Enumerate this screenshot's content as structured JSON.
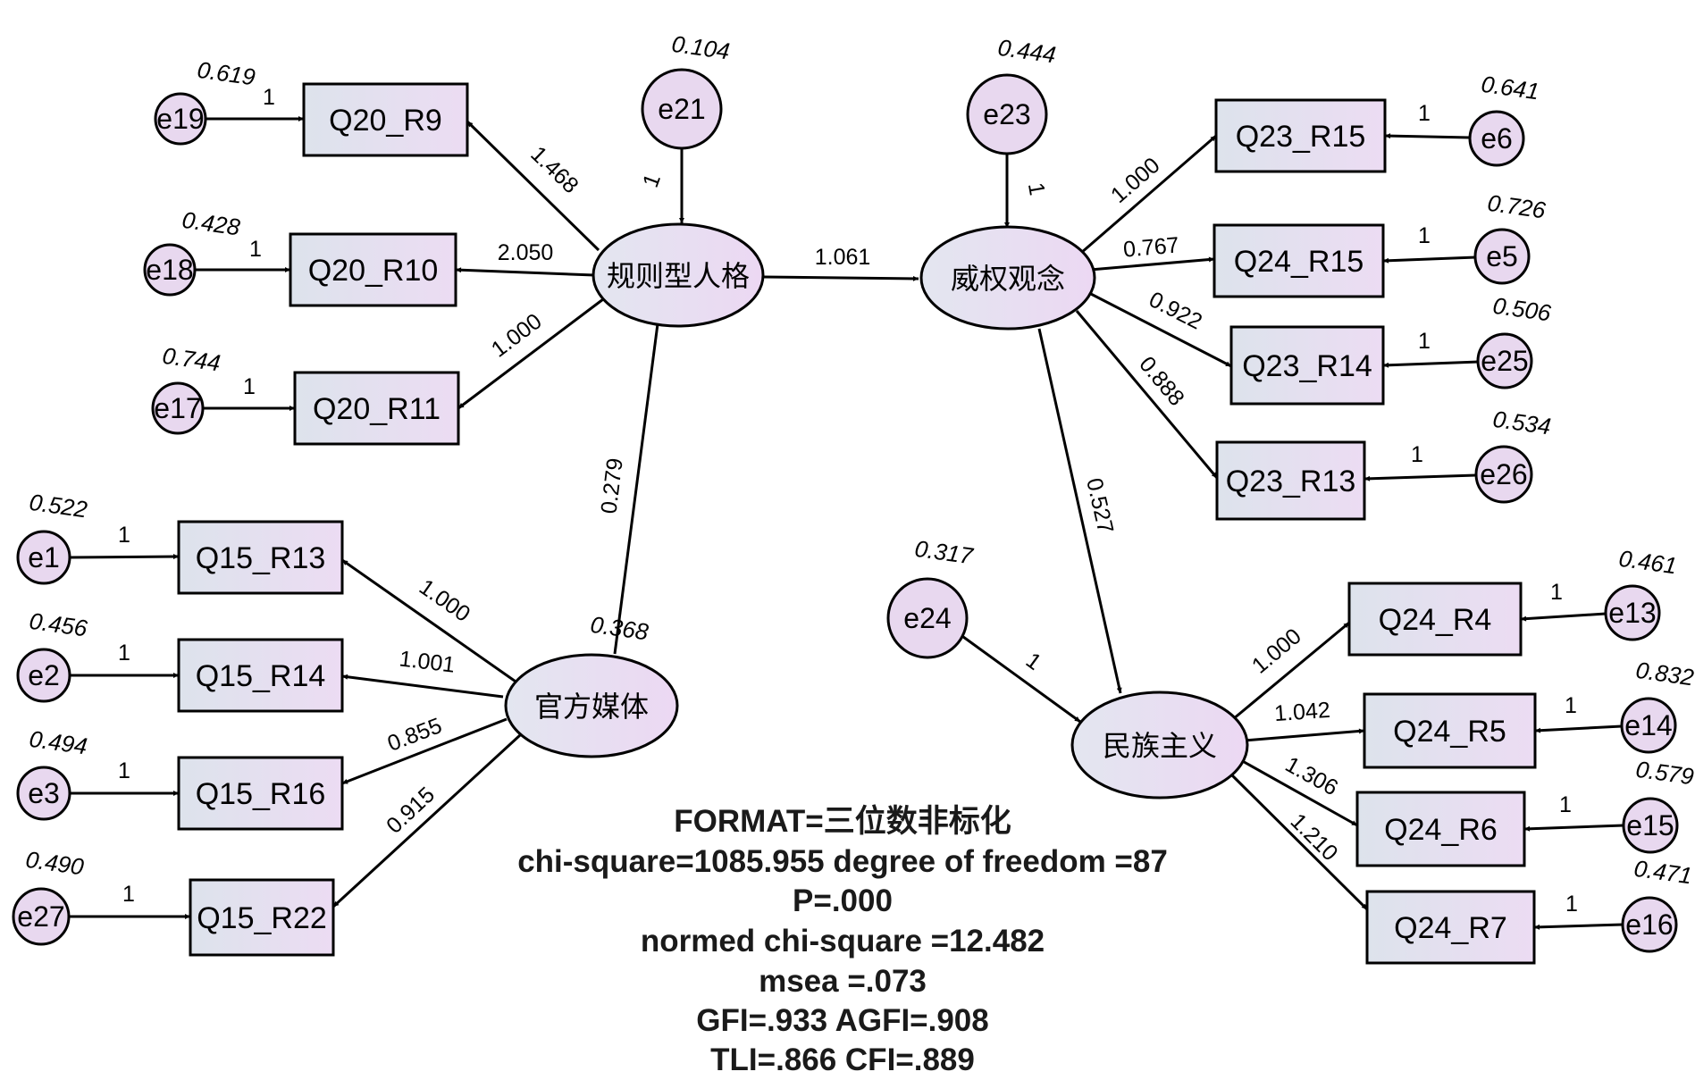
{
  "latents": {
    "rule": "规则型人格",
    "authority": "威权观念",
    "media": "官方媒体",
    "nation": "民族主义"
  },
  "indicators": {
    "q20_r9": "Q20_R9",
    "q20_r10": "Q20_R10",
    "q20_r11": "Q20_R11",
    "q23_r15": "Q23_R15",
    "q24_r15": "Q24_R15",
    "q23_r14": "Q23_R14",
    "q23_r13": "Q23_R13",
    "q15_r13": "Q15_R13",
    "q15_r14": "Q15_R14",
    "q15_r16": "Q15_R16",
    "q15_r22": "Q15_R22",
    "q24_r4": "Q24_R4",
    "q24_r5": "Q24_R5",
    "q24_r6": "Q24_R6",
    "q24_r7": "Q24_R7"
  },
  "errors": {
    "e19": {
      "label": "e19",
      "variance": "0.619"
    },
    "e18": {
      "label": "e18",
      "variance": "0.428"
    },
    "e17": {
      "label": "e17",
      "variance": "0.744"
    },
    "e21": {
      "label": "e21",
      "variance": "0.104"
    },
    "e23": {
      "label": "e23",
      "variance": "0.444"
    },
    "e6": {
      "label": "e6",
      "variance": "0.641"
    },
    "e5": {
      "label": "e5",
      "variance": "0.726"
    },
    "e25": {
      "label": "e25",
      "variance": "0.506"
    },
    "e26": {
      "label": "e26",
      "variance": "0.534"
    },
    "e1": {
      "label": "e1",
      "variance": "0.522"
    },
    "e2": {
      "label": "e2",
      "variance": "0.456"
    },
    "e3": {
      "label": "e3",
      "variance": "0.494"
    },
    "e27": {
      "label": "e27",
      "variance": "0.490"
    },
    "e24": {
      "label": "e24",
      "variance": "0.317"
    },
    "e13": {
      "label": "e13",
      "variance": "0.461"
    },
    "e14": {
      "label": "e14",
      "variance": "0.832"
    },
    "e15": {
      "label": "e15",
      "variance": "0.579"
    },
    "e16": {
      "label": "e16",
      "variance": "0.471"
    }
  },
  "paths": {
    "rule_to_q20_r9": "1.468",
    "rule_to_q20_r10": "2.050",
    "rule_to_q20_r11": "1.000",
    "rule_to_authority": "1.061",
    "authority_to_q23_r15": "1.000",
    "authority_to_q24_r15": "0.767",
    "authority_to_q23_r14": "0.922",
    "authority_to_q23_r13": "0.888",
    "authority_to_nation": "0.527",
    "media_to_rule": "0.279",
    "media_to_q15_r13": "1.000",
    "media_to_q15_r14": "1.001",
    "media_to_q15_r16": "0.855",
    "media_to_q15_r22": "0.915",
    "nation_to_q24_r4": "1.000",
    "nation_to_q24_r5": "1.042",
    "nation_to_q24_r6": "1.306",
    "nation_to_q24_r7": "1.210",
    "fixed_one": "1"
  },
  "latent_variances": {
    "media": "0.368"
  },
  "stats": {
    "format": "FORMAT=三位数非标化",
    "chi_square": "chi-square=1085.955  degree of freedom =87",
    "p": "P=.000",
    "normed": "normed chi-square =12.482",
    "rmsea": "msea =.073",
    "gfi": "GFI=.933 AGFI=.908",
    "tli": "TLI=.866 CFI=.889"
  }
}
